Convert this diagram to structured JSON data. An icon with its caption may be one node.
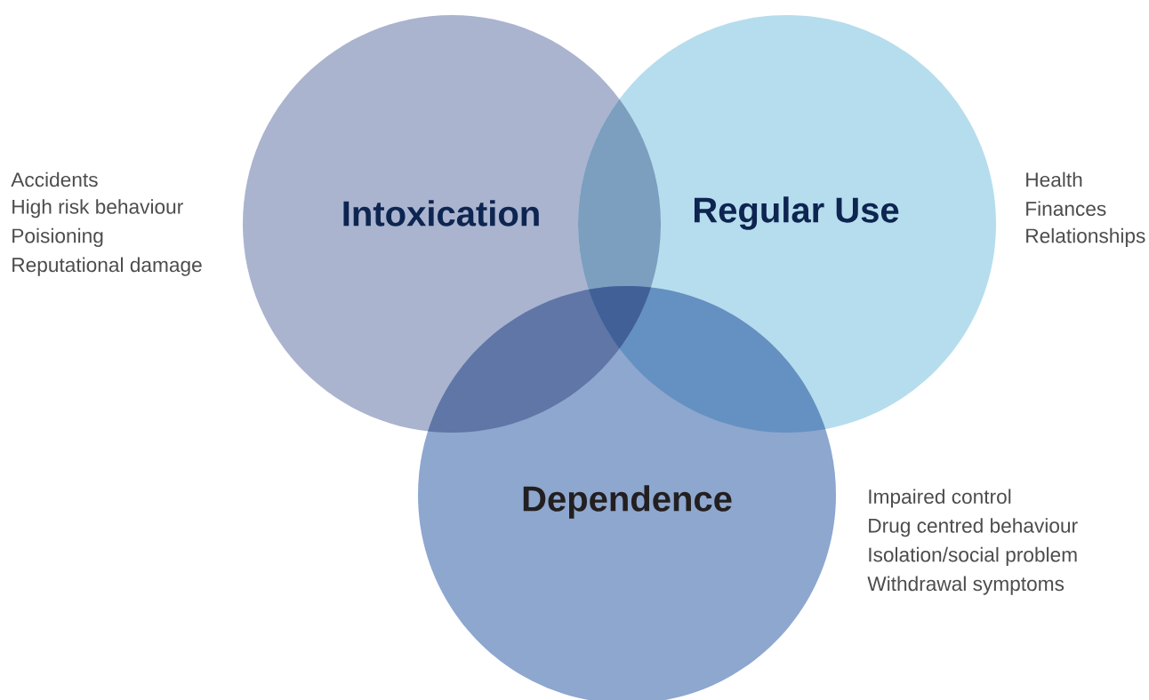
{
  "diagram": {
    "nodes": [
      {
        "text": [
          "Intoxication"
        ],
        "beside": [
          "Accidents",
          "High risk behaviour",
          "Poisioning",
          "Reputational damage"
        ]
      },
      {
        "text": [
          "Regular Use"
        ],
        "beside": [
          "Health",
          "Finances",
          "Relationships"
        ]
      },
      {
        "text": [
          "Dependence"
        ],
        "beside": [
          "Impaired control",
          "Drug centred behaviour",
          "Isolation/social problem",
          "Withdrawal symptoms"
        ]
      }
    ]
  }
}
